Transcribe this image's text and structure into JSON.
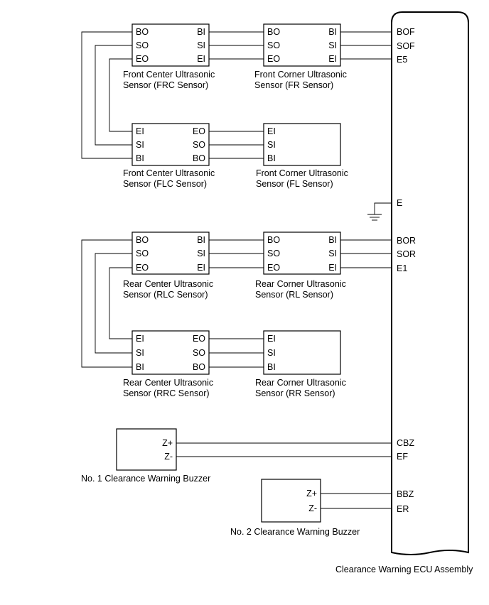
{
  "ecu": {
    "label": "Clearance Warning ECU Assembly",
    "pins": {
      "bof": "BOF",
      "sof": "SOF",
      "e5": "E5",
      "e": "E",
      "bor": "BOR",
      "sor": "SOR",
      "e1": "E1",
      "cbz": "CBZ",
      "ef": "EF",
      "bbz": "BBZ",
      "er": "ER"
    }
  },
  "sensors": {
    "frc": {
      "caption": [
        "Front Center Ultrasonic",
        "Sensor (FRC Sensor)"
      ],
      "left_pins": [
        "BO",
        "SO",
        "EO"
      ],
      "right_pins": [
        "BI",
        "SI",
        "EI"
      ]
    },
    "fr": {
      "caption": [
        "Front Corner Ultrasonic",
        "Sensor (FR Sensor)"
      ],
      "left_pins": [
        "BO",
        "SO",
        "EO"
      ],
      "right_pins": [
        "BI",
        "SI",
        "EI"
      ]
    },
    "flc": {
      "caption": [
        "Front Center Ultrasonic",
        "Sensor (FLC Sensor)"
      ],
      "left_pins": [
        "EI",
        "SI",
        "BI"
      ],
      "right_pins": [
        "EO",
        "SO",
        "BO"
      ]
    },
    "fl": {
      "caption": [
        "Front Corner Ultrasonic",
        "Sensor (FL Sensor)"
      ],
      "left_pins": [
        "EI",
        "SI",
        "BI"
      ]
    },
    "rlc": {
      "caption": [
        "Rear Center Ultrasonic",
        "Sensor (RLC Sensor)"
      ],
      "left_pins": [
        "BO",
        "SO",
        "EO"
      ],
      "right_pins": [
        "BI",
        "SI",
        "EI"
      ]
    },
    "rl": {
      "caption": [
        "Rear Corner Ultrasonic",
        "Sensor (RL Sensor)"
      ],
      "left_pins": [
        "BO",
        "SO",
        "EO"
      ],
      "right_pins": [
        "BI",
        "SI",
        "EI"
      ]
    },
    "rrc": {
      "caption": [
        "Rear Center Ultrasonic",
        "Sensor (RRC Sensor)"
      ],
      "left_pins": [
        "EI",
        "SI",
        "BI"
      ],
      "right_pins": [
        "EO",
        "SO",
        "BO"
      ]
    },
    "rr": {
      "caption": [
        "Rear Corner Ultrasonic",
        "Sensor (RR Sensor)"
      ],
      "left_pins": [
        "EI",
        "SI",
        "BI"
      ]
    }
  },
  "buzzers": {
    "no1": {
      "caption": "No. 1 Clearance Warning Buzzer",
      "pins": [
        "Z+",
        "Z-"
      ]
    },
    "no2": {
      "caption": "No. 2 Clearance Warning Buzzer",
      "pins": [
        "Z+",
        "Z-"
      ]
    }
  }
}
